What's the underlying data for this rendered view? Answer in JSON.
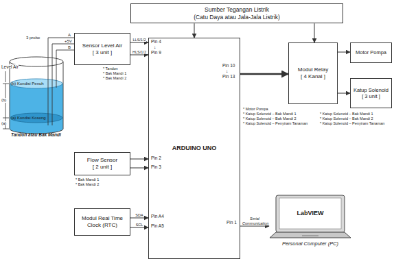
{
  "diagram": {
    "nodes": [
      {
        "text": [
          "Sumber Tegangan Listrik",
          "(Catu Daya atau Jala-Jala Listrik)"
        ]
      },
      {
        "text": [
          "Sensor Level Air",
          "[ 3 unit ]"
        ]
      },
      {
        "text": [
          "Flow Sensor",
          "[ 2 unit ]"
        ]
      },
      {
        "text": [
          "Modul Real Time Clock (RTC)"
        ]
      },
      {
        "text": [
          "ARDUINO UNO"
        ]
      },
      {
        "text": [
          "Modul Relay",
          "[ 4 Kanal ]"
        ]
      },
      {
        "text": [
          "Motor Pompa"
        ]
      },
      {
        "text": [
          "Katup Solenoid",
          "[ 3 unit ]"
        ]
      },
      {
        "text": [
          "LabVIEW",
          "Personal Computer (PC)"
        ]
      }
    ],
    "edges": [
      {
        "from": 0,
        "to": 4,
        "arrow": "to"
      },
      {
        "from": 0,
        "to": 5,
        "arrow": "to"
      },
      {
        "from": 1,
        "to": 4,
        "label": "LLS/1/2",
        "arrow": "to"
      },
      {
        "from": 1,
        "to": 4,
        "label": "HLS/1/2",
        "arrow": "to"
      },
      {
        "from": 4,
        "to": 5,
        "arrow": "to"
      },
      {
        "from": 5,
        "to": 6,
        "arrow": "to"
      },
      {
        "from": 5,
        "to": 7,
        "arrow": "to"
      },
      {
        "from": 2,
        "to": 4,
        "arrow": "to"
      },
      {
        "from": 2,
        "to": 4,
        "arrow": "to"
      },
      {
        "from": 3,
        "to": 4,
        "label": "SDA",
        "arrow": "to"
      },
      {
        "from": 3,
        "to": 4,
        "label": "SCL",
        "arrow": "to"
      },
      {
        "from": 4,
        "to": 8,
        "label": "Serial Communication",
        "arrow": "to"
      }
    ],
    "labels": [
      "Level Air",
      "(b) Kondisi Penuh",
      "(a) Kondisi Kosong",
      "(b)",
      "(a)",
      "Tandon atau Bak Mandi",
      "3 probe",
      "A",
      "+5V",
      "B",
      "* Tandon",
      "* Bak Mandi 1",
      "* Bak Mandi 2",
      "Pin 4",
      "↓",
      "Pin 9",
      "Pin 10",
      "↓",
      "Pin 13",
      "* Motor Pompa",
      "* Katup Solenoid – Bak Mandi 1",
      "* Katup Solenoid – Bak Mandi 2",
      "* Katup Solenoid – Penyiram Tanaman",
      "* Katup Solenoid – Bak Mandi 1",
      "* Katup Solenoid – Bak Mandi 2",
      "* Katup Solenoid – Penyiram Tanaman",
      "* Bak Mandi 1",
      "* Bak Mandi 2",
      "Pin 2",
      "Pin 3",
      "Pin A4",
      "Pin A5",
      "Pin 1"
    ]
  }
}
